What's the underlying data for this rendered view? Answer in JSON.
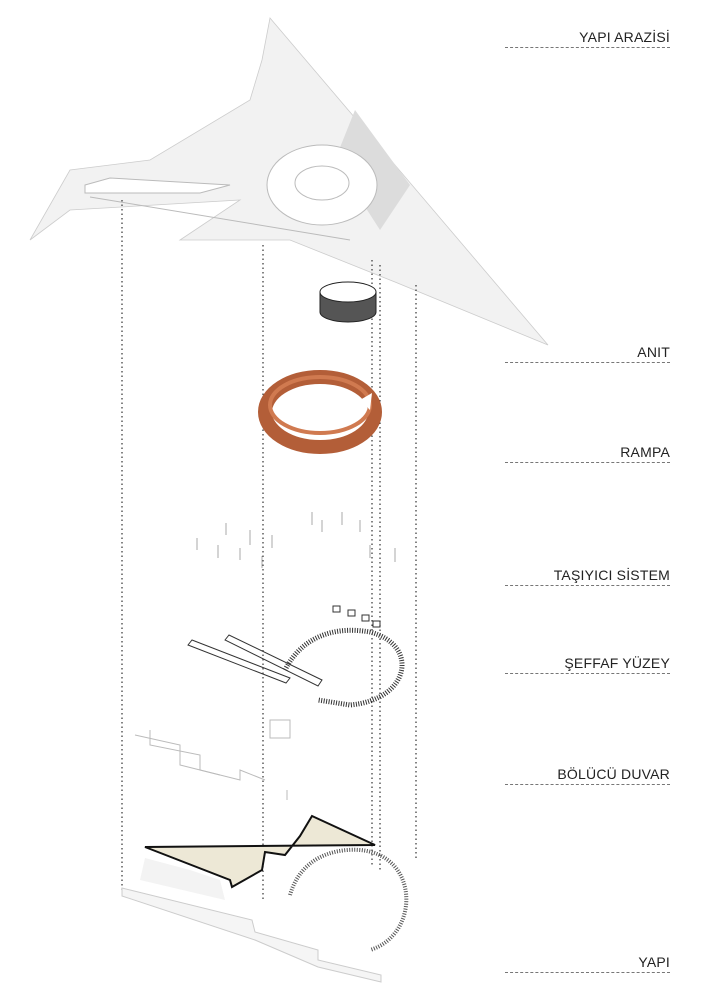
{
  "labels": [
    {
      "text": "YAPI ARAZİSİ"
    },
    {
      "text": "ANIT"
    },
    {
      "text": "RAMPA"
    },
    {
      "text": "TAŞIYICI SİSTEM"
    },
    {
      "text": "ŞEFFAF YÜZEY"
    },
    {
      "text": "BÖLÜCÜ DUVAR"
    },
    {
      "text": "YAPI"
    }
  ],
  "colors": {
    "site": "#f2f2f2",
    "ramp": "#c0683f",
    "monument": "#555555",
    "building": "#ede8d6"
  }
}
